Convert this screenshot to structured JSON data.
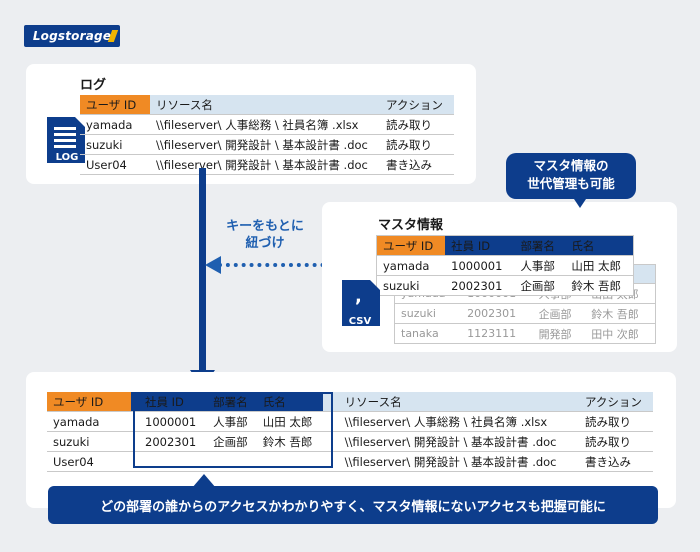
{
  "logo": "Logstorage",
  "log": {
    "title": "ログ",
    "icon_label": "LOG",
    "headers": [
      "ユーザ ID",
      "リソース名",
      "アクション"
    ],
    "rows": [
      [
        "yamada",
        "\\\\fileserver\\ 人事総務 \\ 社員名簿 .xlsx",
        "読み取り"
      ],
      [
        "suzuki",
        "\\\\fileserver\\ 開発設計 \\ 基本設計書 .doc",
        "読み取り"
      ],
      [
        "User04",
        "\\\\fileserver\\ 開発設計 \\ 基本設計書 .doc",
        "書き込み"
      ]
    ]
  },
  "key_label": [
    "キーをもとに",
    "紐づけ"
  ],
  "master": {
    "title": "マスタ情報",
    "icon_label": "CSV",
    "headers": [
      "ユーザ ID",
      "社員 ID",
      "部署名",
      "氏名"
    ],
    "rows": [
      [
        "yamada",
        "1000001",
        "人事部",
        "山田 太郎"
      ],
      [
        "suzuki",
        "2002301",
        "企画部",
        "鈴木 吾郎"
      ]
    ],
    "back_rows": [
      [
        "yamada",
        "1000001",
        "人事部",
        "山田 太郎"
      ],
      [
        "suzuki",
        "2002301",
        "企画部",
        "鈴木 吾郎"
      ],
      [
        "tanaka",
        "1123111",
        "開発部",
        "田中 次郎"
      ]
    ]
  },
  "callout": [
    "マスタ情報の",
    "世代管理も可能"
  ],
  "result": {
    "headers": [
      "ユーザ ID",
      "社員 ID",
      "部署名",
      "氏名",
      "リソース名",
      "アクション"
    ],
    "rows": [
      [
        "yamada",
        "1000001",
        "人事部",
        "山田 太郎",
        "\\\\fileserver\\ 人事総務 \\ 社員名簿 .xlsx",
        "読み取り"
      ],
      [
        "suzuki",
        "2002301",
        "企画部",
        "鈴木 吾郎",
        "\\\\fileserver\\ 開発設計 \\ 基本設計書 .doc",
        "読み取り"
      ],
      [
        "User04",
        "",
        "",
        "",
        "\\\\fileserver\\ 開発設計 \\ 基本設計書 .doc",
        "書き込み"
      ]
    ]
  },
  "banner": "どの部署の誰からのアクセスかわかりやすく、マスタ情報にないアクセスも把握可能に",
  "colors": {
    "navy": "#0d3d8c",
    "orange": "#f08a24",
    "light_blue": "#d6e4f0",
    "background": "#eceef1"
  }
}
